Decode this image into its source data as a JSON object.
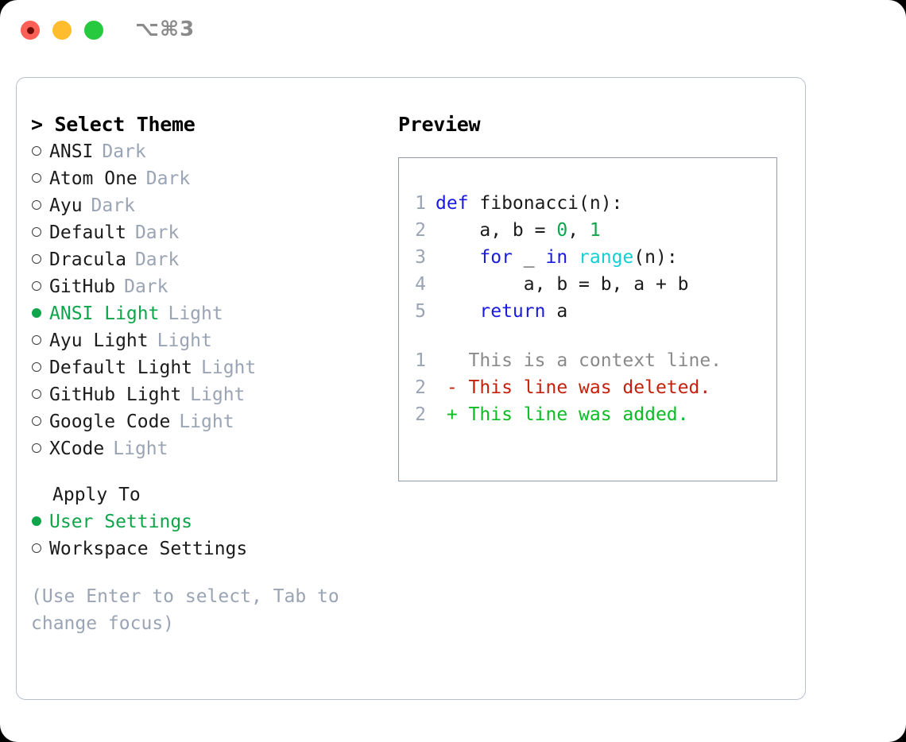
{
  "window": {
    "traffic_lights": [
      "close",
      "minimize",
      "zoom"
    ],
    "shortcut_label": "⌥⌘3",
    "colors": {
      "close": "#ff5f56",
      "minimize": "#ffbd2e",
      "zoom": "#27c93f",
      "accent_green": "#10a54a",
      "muted": "#9aa4b4",
      "border": "#b9c0cc",
      "preview_border": "#919cac",
      "keyword_blue": "#1a1ae0",
      "function_cyan": "#13cfd4",
      "diff_deleted_red": "#c4200c",
      "diff_added_green": "#0bbc24"
    }
  },
  "theme_picker": {
    "title": "> Select Theme",
    "prompt_marker": ">",
    "options": [
      {
        "label": "ANSI",
        "badge": "Dark",
        "selected": false
      },
      {
        "label": "Atom One",
        "badge": "Dark",
        "selected": false
      },
      {
        "label": "Ayu",
        "badge": "Dark",
        "selected": false
      },
      {
        "label": "Default",
        "badge": "Dark",
        "selected": false
      },
      {
        "label": "Dracula",
        "badge": "Dark",
        "selected": false
      },
      {
        "label": "GitHub",
        "badge": "Dark",
        "selected": false
      },
      {
        "label": "ANSI Light",
        "badge": "Light",
        "selected": true
      },
      {
        "label": "Ayu Light",
        "badge": "Light",
        "selected": false
      },
      {
        "label": "Default Light",
        "badge": "Light",
        "selected": false
      },
      {
        "label": "GitHub Light",
        "badge": "Light",
        "selected": false
      },
      {
        "label": "Google Code",
        "badge": "Light",
        "selected": false
      },
      {
        "label": "XCode",
        "badge": "Light",
        "selected": false
      }
    ]
  },
  "apply_to": {
    "title": "Apply To",
    "options": [
      {
        "label": "User Settings",
        "selected": true
      },
      {
        "label": "Workspace Settings",
        "selected": false
      }
    ]
  },
  "hint": "(Use Enter to select, Tab to change focus)",
  "preview": {
    "title": "Preview",
    "code_lines": [
      {
        "n": "1",
        "tokens": [
          {
            "t": "def",
            "c": "kw"
          },
          {
            "t": " fibonacci(n):",
            "c": "pl"
          }
        ]
      },
      {
        "n": "2",
        "tokens": [
          {
            "t": "    a, b = ",
            "c": "pl"
          },
          {
            "t": "0",
            "c": "num"
          },
          {
            "t": ", ",
            "c": "pl"
          },
          {
            "t": "1",
            "c": "num"
          }
        ]
      },
      {
        "n": "3",
        "tokens": [
          {
            "t": "    ",
            "c": "pl"
          },
          {
            "t": "for",
            "c": "kw"
          },
          {
            "t": " _ ",
            "c": "pl"
          },
          {
            "t": "in",
            "c": "kw"
          },
          {
            "t": " ",
            "c": "pl"
          },
          {
            "t": "range",
            "c": "fn"
          },
          {
            "t": "(n):",
            "c": "pl"
          }
        ]
      },
      {
        "n": "4",
        "tokens": [
          {
            "t": "        a, b = b, a + b",
            "c": "pl"
          }
        ]
      },
      {
        "n": "5",
        "tokens": [
          {
            "t": "    ",
            "c": "pl"
          },
          {
            "t": "return",
            "c": "kw"
          },
          {
            "t": " a",
            "c": "pl"
          }
        ]
      }
    ],
    "diff_lines": [
      {
        "n": "1",
        "marker": " ",
        "text": "This is a context line.",
        "kind": "ctx"
      },
      {
        "n": "2",
        "marker": "-",
        "text": "This line was deleted.",
        "kind": "del"
      },
      {
        "n": "2",
        "marker": "+",
        "text": "This line was added.",
        "kind": "add"
      }
    ]
  }
}
